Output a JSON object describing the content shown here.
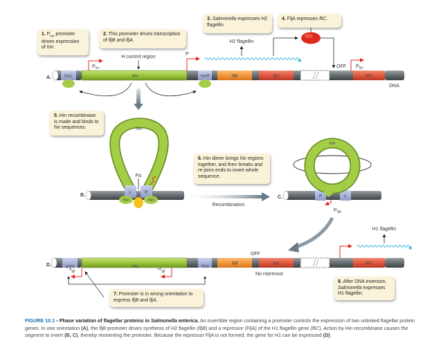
{
  "notes": {
    "n1": {
      "num": "1.",
      "text_a": " P",
      "sub": "hin",
      "text_b": " promoter drives expression of ",
      "italic": "hin",
      "text_c": "."
    },
    "n2": {
      "num": "2.",
      "text": " This promoter drives transcription of ",
      "i1": "fljB",
      "and": " and ",
      "i2": "fljA",
      "end": "."
    },
    "n3": {
      "num": "3.",
      "italic": " Salmonella",
      "text": " expresses H2 flagellin."
    },
    "n4": {
      "num": "4.",
      "text": " FljA represses ",
      "italic": "fliC",
      "end": "."
    },
    "n5": {
      "num": "5.",
      "text": " Hin recombinase is made and binds to ",
      "italic": "hix",
      "end": " sequences."
    },
    "n6": {
      "num": "6.",
      "text": " Hin dimer brings ",
      "italic": "hix",
      "end": " regions together, and then breaks and re-joins ends to invert whole sequence."
    },
    "n7": {
      "num": "7.",
      "text": " Promoter is in wrong orientation to express ",
      "i1": "fljB",
      "and": " and ",
      "i2": "fljA",
      "end": "."
    },
    "n8": {
      "num": "8.",
      "text": " After DNA inversion, ",
      "italic": "Salmonella",
      "end": " expresses H1 flagellin."
    }
  },
  "panels": {
    "a": {
      "label": "A.",
      "hixL": "hixL",
      "hin": "hin",
      "hixR": "hixR",
      "fljB": "fljB",
      "fljA": "fljA",
      "fliC": "fliC",
      "control_region": "H control region",
      "p_label": "P",
      "phin": "P",
      "phin_sub": "hin",
      "h2_flagellin": "H2 flagellin",
      "off": "OFF",
      "pflic": "P",
      "pflic_sub": "fliC",
      "dna": "DNA"
    },
    "b": {
      "label": "B.",
      "hin": "hin",
      "fis": "Fis",
      "L": "L",
      "R": "R",
      "hin_protein": "Hin"
    },
    "c": {
      "label": "C.",
      "hin": "hin",
      "R": "R",
      "L": "L",
      "pfljb": "P",
      "pfljb_sub": "fljB",
      "recombination": "Recombination"
    },
    "d": {
      "label": "D.",
      "hixR": "hixR",
      "hin": "hin",
      "hixL": "hixL",
      "fljB": "fljB",
      "fljA": "fljA",
      "fliC": "fliC",
      "off": "OFF",
      "no_repressor": "No repressor",
      "h1_flagellin": "H1 flagellin",
      "p_flj": "P",
      "p_flj_sub": "flj",
      "p_hin": "P",
      "p_hin_sub": "hin"
    }
  },
  "colors": {
    "green": "#9cc63b",
    "orange": "#f39a3c",
    "red_gene": "#e2573f",
    "grey_dna": "#6e7478",
    "hix": "#a9b4dd",
    "promoter": "#e52420",
    "mrna": "#3db5e0",
    "note_bg": "#fbf3d9",
    "caption_title": "#1a6fb0"
  },
  "caption": {
    "title": "FIGURE 10.1",
    "bullet": " ▪ ",
    "head": "Phase variation of flagellar proteins in ",
    "head_italic": "Salmonella enterica.",
    "body1": " An invertible region containing a promoter controls the expression of two unlinked flagellar protein genes. In one orientation ",
    "A": "(A)",
    "body2": ", the ",
    "i1": "fljB",
    "body3": " promoter drives synthesis of H2 flagellin (",
    "i2": "fljB",
    "body4": ") and a repressor (FljA) of the H1 flagellin gene (",
    "i3": "fliC",
    "body5": "). Action by Hin recombinase causes the segment to invert ",
    "BC": "(B, C)",
    "body6": ", thereby reorienting the promoter. Because the repressor FljA is not formed, the gene for H1 can be expressed ",
    "D": "(D)",
    "end": "."
  }
}
